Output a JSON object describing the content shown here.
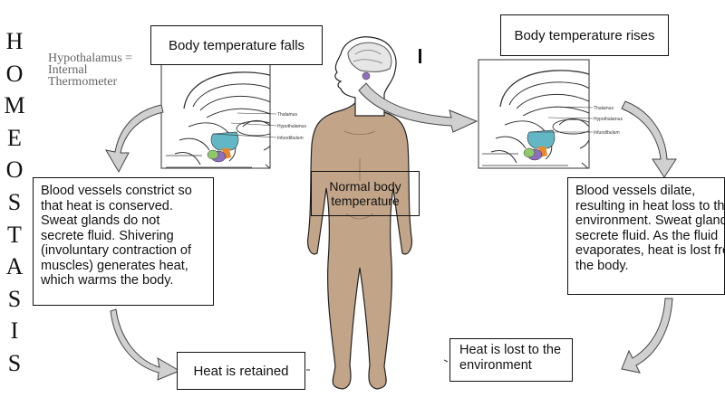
{
  "side_title_letters": [
    "H",
    "O",
    "M",
    "E",
    "O",
    "S",
    "T",
    "A",
    "S",
    "I",
    "S"
  ],
  "hypothalamus_note": [
    "Hypothalamus =",
    "Internal",
    "Thermometer"
  ],
  "boxes": {
    "temp_falls": "Body temperature falls",
    "temp_rises": "Body temperature rises",
    "constrict": "Blood vessels constrict so that heat is conserved. Sweat glands do not secrete fluid. Shivering (involuntary contraction of muscles) generates heat, which warms the body.",
    "dilate": "Blood vessels dilate, resulting in heat loss to the environment. Sweat glands secrete fluid. As the fluid evaporates, heat is lost from the body.",
    "retained": "Heat is retained",
    "lost": "Heat is lost to the environment",
    "normal": "Normal body temperature"
  },
  "brain_labels": [
    "Thalamus",
    "Hypothalamus",
    "Infundibulum"
  ],
  "colors": {
    "body_skin": "#c2a589",
    "body_outline": "#222222",
    "hypothalamus": "#63b7c4",
    "infundibulum": "#e8882a",
    "pituitary": "#8f6fbf",
    "arrow_fill": "#d0d0d0"
  }
}
